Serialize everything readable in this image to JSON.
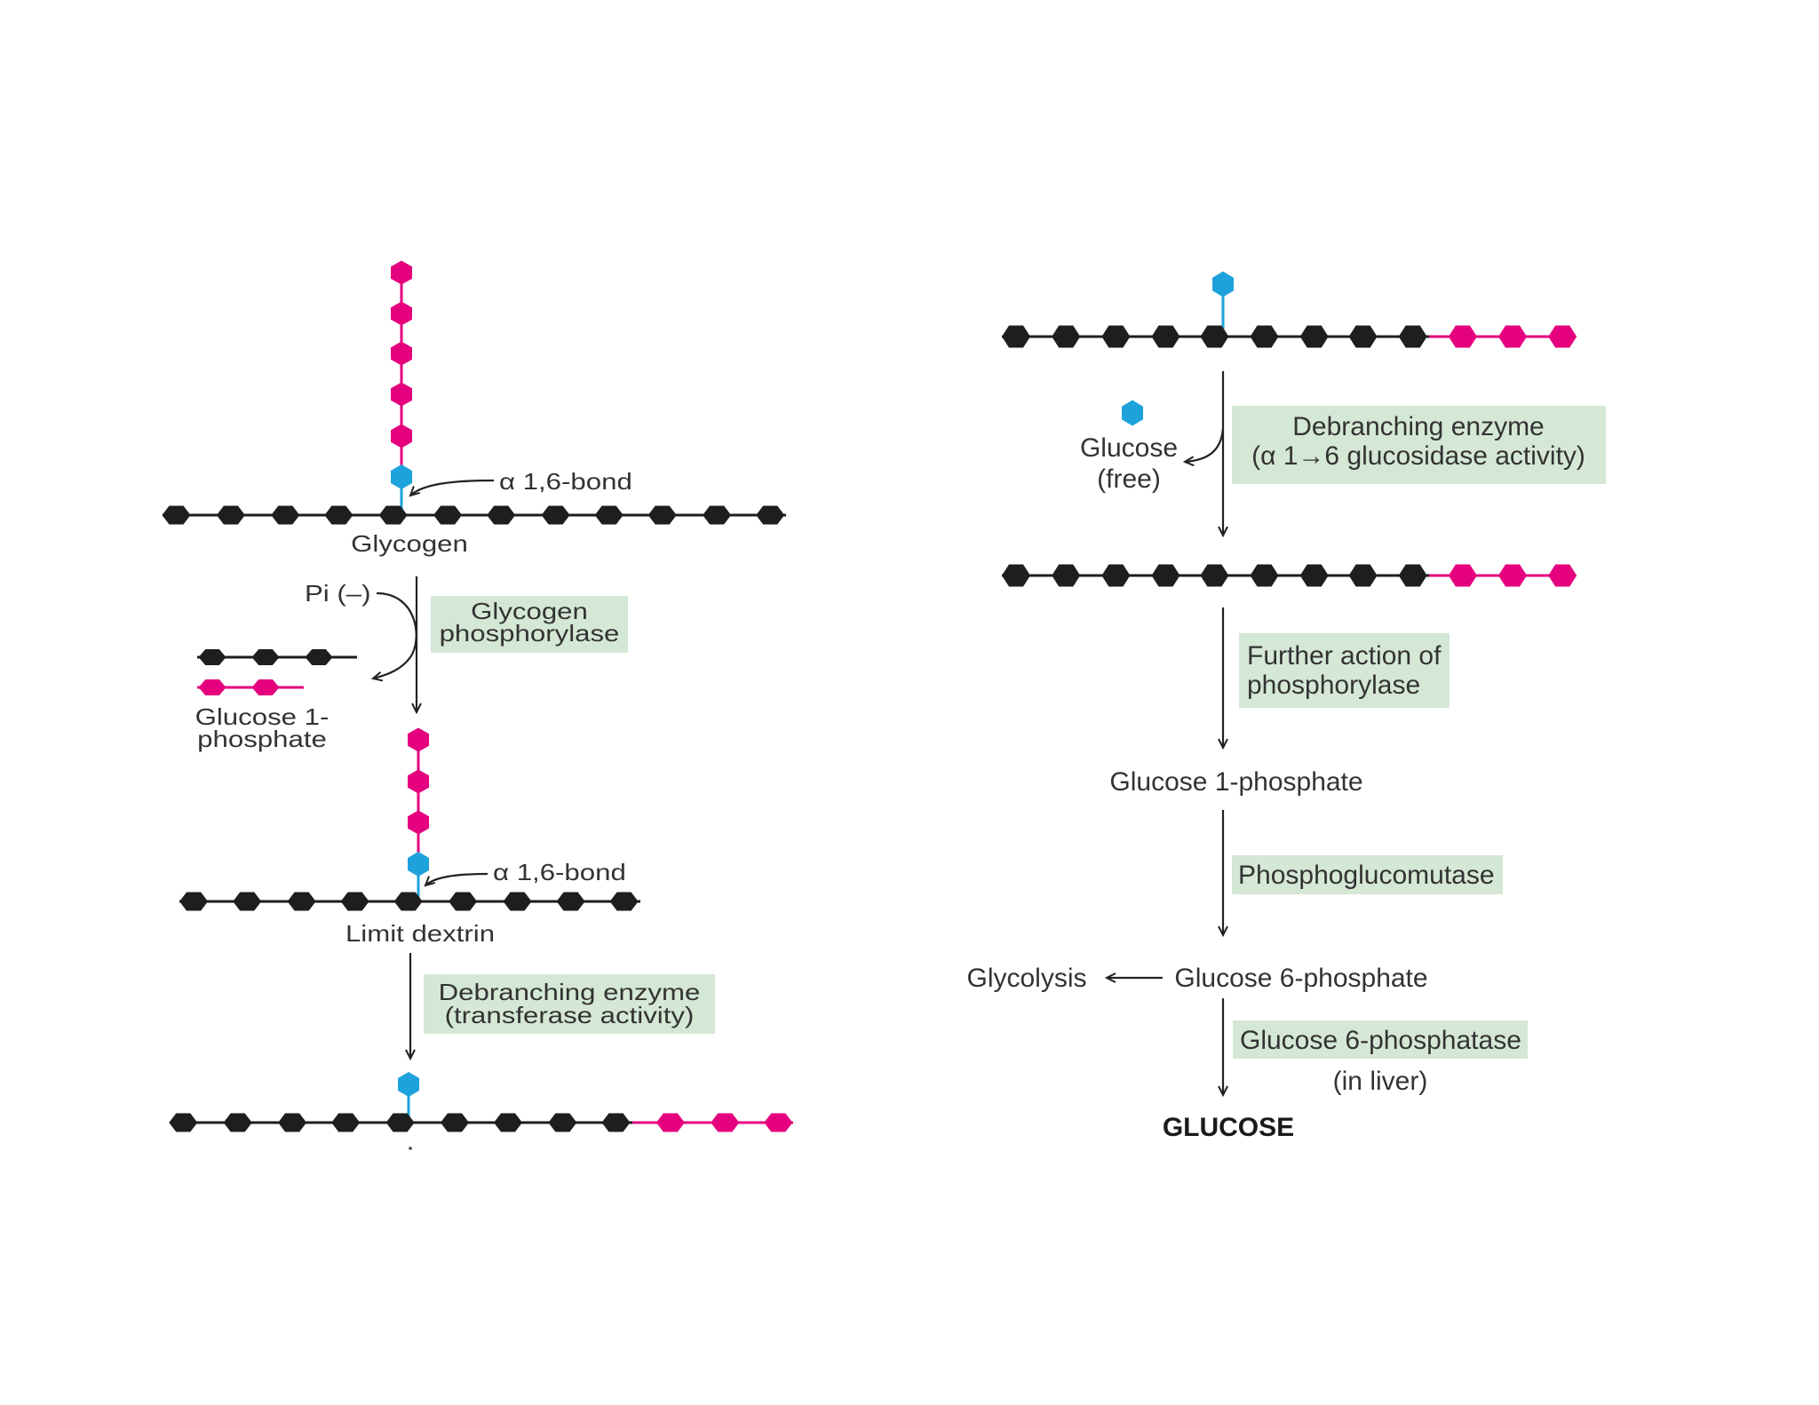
{
  "colors": {
    "glucose_residue": "#1e1e1e",
    "branch_residue": "#e5007e",
    "branch_point_residue": "#1ea2dc",
    "enzyme_box": "#d4e8d5"
  },
  "left_pathway": {
    "glycogen": {
      "bond_label": "α 1,6-bond",
      "label": "Glycogen"
    },
    "phosphorylase_step": {
      "reagent": "Pi (–)",
      "enzyme": [
        "Glycogen",
        "phosphorylase"
      ],
      "product": [
        "Glucose 1-",
        "phosphate"
      ]
    },
    "limit_dextrin": {
      "bond_label": "α 1,6-bond",
      "label": "Limit dextrin"
    },
    "transferase_step": {
      "enzyme": [
        "Debranching enzyme",
        "(transferase activity)"
      ]
    }
  },
  "right_pathway": {
    "glucosidase_step": {
      "enzyme": [
        "Debranching enzyme",
        "(α 1→6 glucosidase activity)"
      ],
      "product": [
        "Glucose",
        "(free)"
      ]
    },
    "phosphorylase_step": {
      "enzyme": [
        "Further action of",
        "phosphorylase"
      ]
    },
    "glucose_1_phosphate": "Glucose 1-phosphate",
    "mutase_step": {
      "enzyme": "Phosphoglucomutase"
    },
    "glucose_6_phosphate": "Glucose 6-phosphate",
    "glycolysis": "Glycolysis",
    "phosphatase_step": {
      "enzyme": "Glucose 6-phosphatase",
      "note": "(in liver)"
    },
    "final_product": "GLUCOSE"
  }
}
